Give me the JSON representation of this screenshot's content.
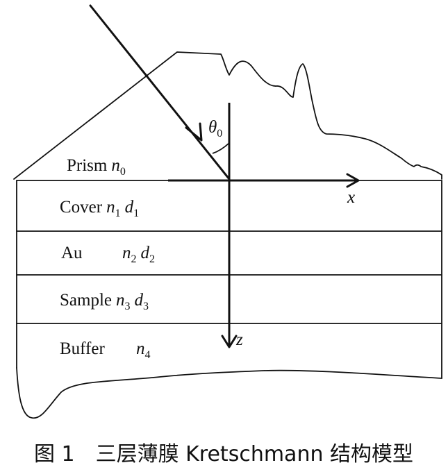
{
  "diagram": {
    "labels": {
      "prism": {
        "name": "Prism",
        "n_sym": "n",
        "n_sub": "0"
      },
      "cover": {
        "name": "Cover",
        "n_sym": "n",
        "n_sub": "1",
        "d_sym": "d",
        "d_sub": "1"
      },
      "au": {
        "name": "Au",
        "n_sym": "n",
        "n_sub": "2",
        "d_sym": "d",
        "d_sub": "2"
      },
      "sample": {
        "name": "Sample",
        "n_sym": "n",
        "n_sub": "3",
        "d_sym": "d",
        "d_sub": "3"
      },
      "buffer": {
        "name": "Buffer",
        "n_sym": "n",
        "n_sub": "4"
      },
      "theta": {
        "sym": "θ",
        "sub": "0"
      },
      "x_axis": "x",
      "z_axis": "z"
    },
    "caption": "图 1　三层薄膜 Kretschmann 结构模型"
  }
}
